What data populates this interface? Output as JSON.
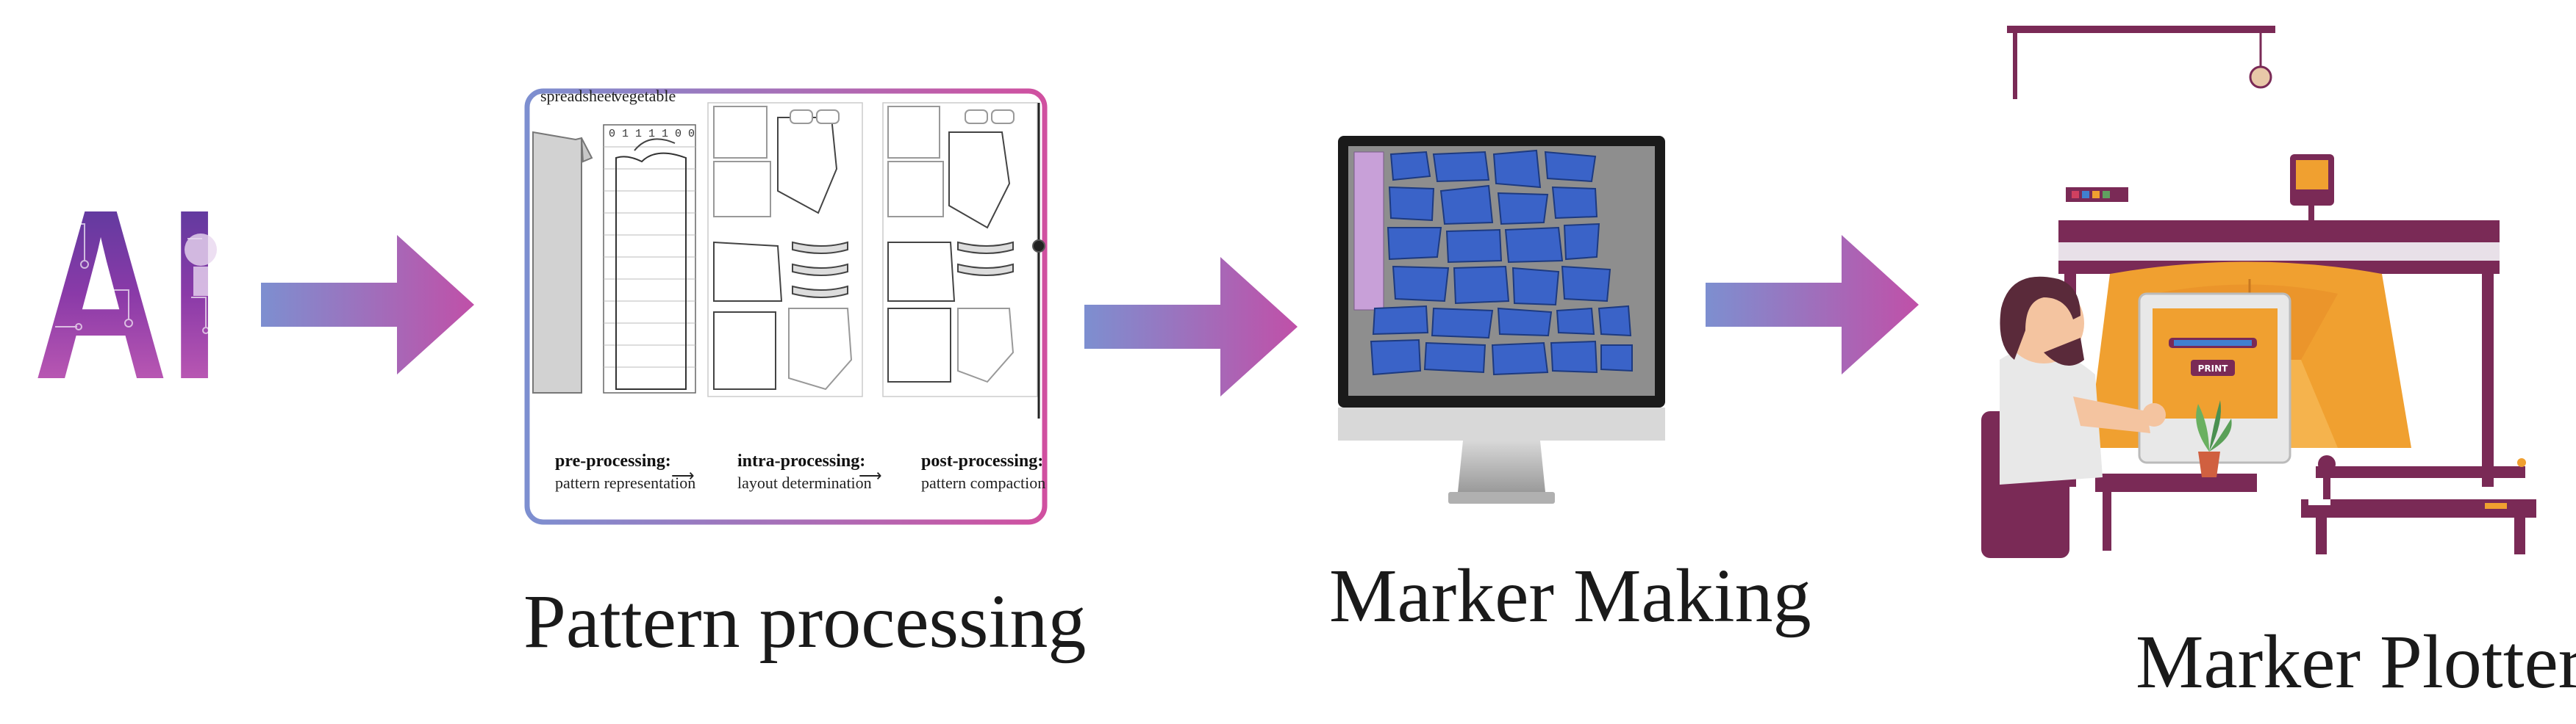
{
  "stages": [
    {
      "id": "ai",
      "label": "AI"
    },
    {
      "id": "pattern",
      "label": "Pattern processing"
    },
    {
      "id": "marker_making",
      "label": "Marker Making"
    },
    {
      "id": "marker_plotter",
      "label": "Marker Plotter"
    }
  ],
  "pattern_panel": {
    "top_labels": [
      "spreadsheet",
      "vegetable"
    ],
    "binary_row": "0 1 1 1 1 0 0",
    "steps": [
      {
        "title": "pre-processing:",
        "subtitle": "pattern representation"
      },
      {
        "title": "intra-processing:",
        "subtitle": "layout determination"
      },
      {
        "title": "post-processing:",
        "subtitle": "pattern compaction"
      }
    ],
    "step_arrow": "⟶"
  },
  "plotter_screen": {
    "button_label": "PRINT"
  },
  "colors": {
    "arrow_start": "#7d8fd0",
    "arrow_end": "#c050a8",
    "ai_purple": "#6a3a9a",
    "ai_pink": "#d468b8",
    "marker_blue": "#3a63c8",
    "plotter_maroon": "#7a2a56",
    "plotter_orange": "#f0a030"
  }
}
